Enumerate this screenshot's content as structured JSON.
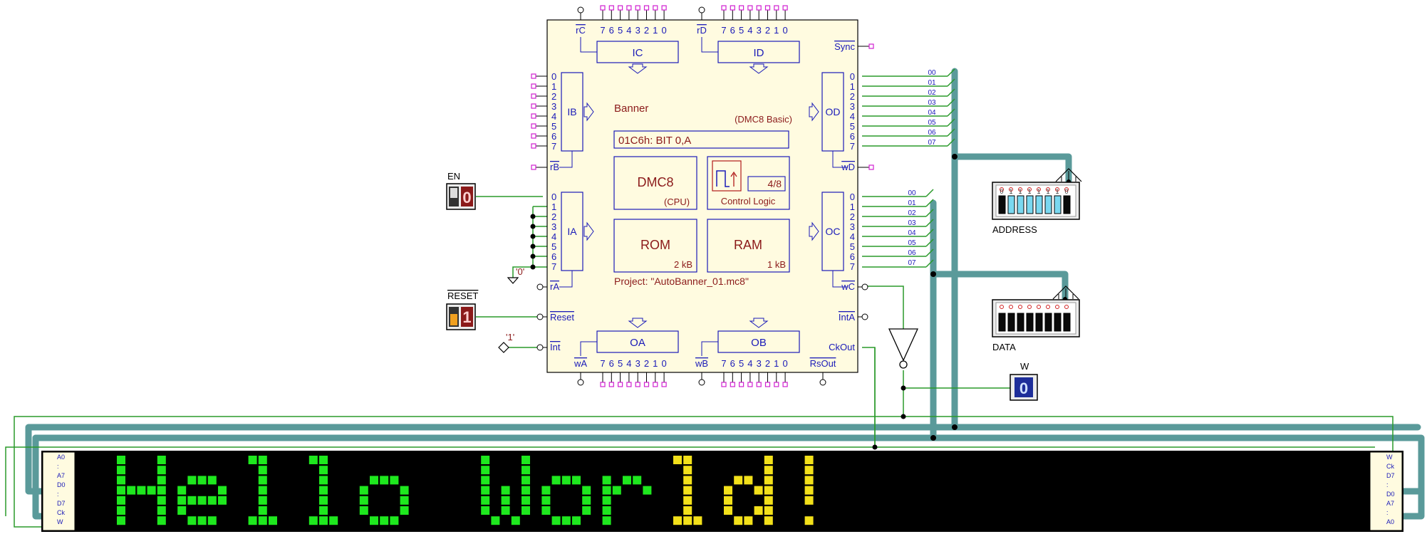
{
  "colors": {
    "chip_fill": "#fffbe0",
    "block_stroke": "#1a1ab8",
    "label_blue": "#1a1ab8",
    "label_red": "#8b1a1a",
    "wire_green": "#2a9a2a",
    "bus_teal": "#5a9a9a",
    "pin_magenta": "#d020d0",
    "led_green": "#1ee81e",
    "led_yellow": "#f2e01a",
    "led_dark": "#0e2e0e",
    "display_bg": "#000000"
  },
  "chip": {
    "name": "Banner",
    "subtitle": "(DMC8 Basic)",
    "instruction": "01C6h:  BIT  0,A",
    "cpu_label": "DMC8",
    "cpu_sub": "(CPU)",
    "control_label": "Control Logic",
    "control_step": "4/8",
    "rom_label": "ROM",
    "rom_size": "2 kB",
    "ram_label": "RAM",
    "ram_size": "1 kB",
    "project": "Project: \"AutoBanner_01.mc8\"",
    "ports": {
      "ic": "IC",
      "id": "ID",
      "ib": "IB",
      "od": "OD",
      "ia": "IA",
      "oc": "OC",
      "oa": "OA",
      "ob": "OB"
    },
    "pins": {
      "rc": "rC",
      "rd": "rD",
      "sync": "Sync",
      "rb": "rB",
      "wd": "wD",
      "ra": "rA",
      "wc": "wC",
      "reset": "Reset",
      "inta": "IntA",
      "int": "Int",
      "ckout": "CkOut",
      "wa": "wA",
      "wb": "wB",
      "rsout": "RsOut"
    },
    "bit_digits": [
      "7",
      "6",
      "5",
      "4",
      "3",
      "2",
      "1",
      "0"
    ],
    "side_digits": [
      "0",
      "1",
      "2",
      "3",
      "4",
      "5",
      "6",
      "7"
    ]
  },
  "bus_labels": [
    "00",
    "01",
    "02",
    "03",
    "04",
    "05",
    "06",
    "07"
  ],
  "switches": {
    "en": {
      "label": "EN",
      "value": "0"
    },
    "reset": {
      "label": "RESET",
      "value": "1"
    }
  },
  "constants": {
    "zero": "'0'",
    "one": "'1'"
  },
  "address": {
    "label": "ADDRESS",
    "bits": [
      "0",
      "1",
      "1",
      "1",
      "1",
      "1",
      "1",
      "0"
    ]
  },
  "data": {
    "label": "DATA"
  },
  "w_probe": {
    "label": "W",
    "value": "0"
  },
  "display": {
    "text": "Hello World!",
    "left_pins": [
      "A0",
      ":",
      "A7",
      "D0",
      ":",
      "D7",
      "Ck",
      "W"
    ],
    "right_pins": [
      "W",
      "Ck",
      "D7",
      ":",
      "D0",
      "A7",
      ":",
      "A0"
    ]
  }
}
